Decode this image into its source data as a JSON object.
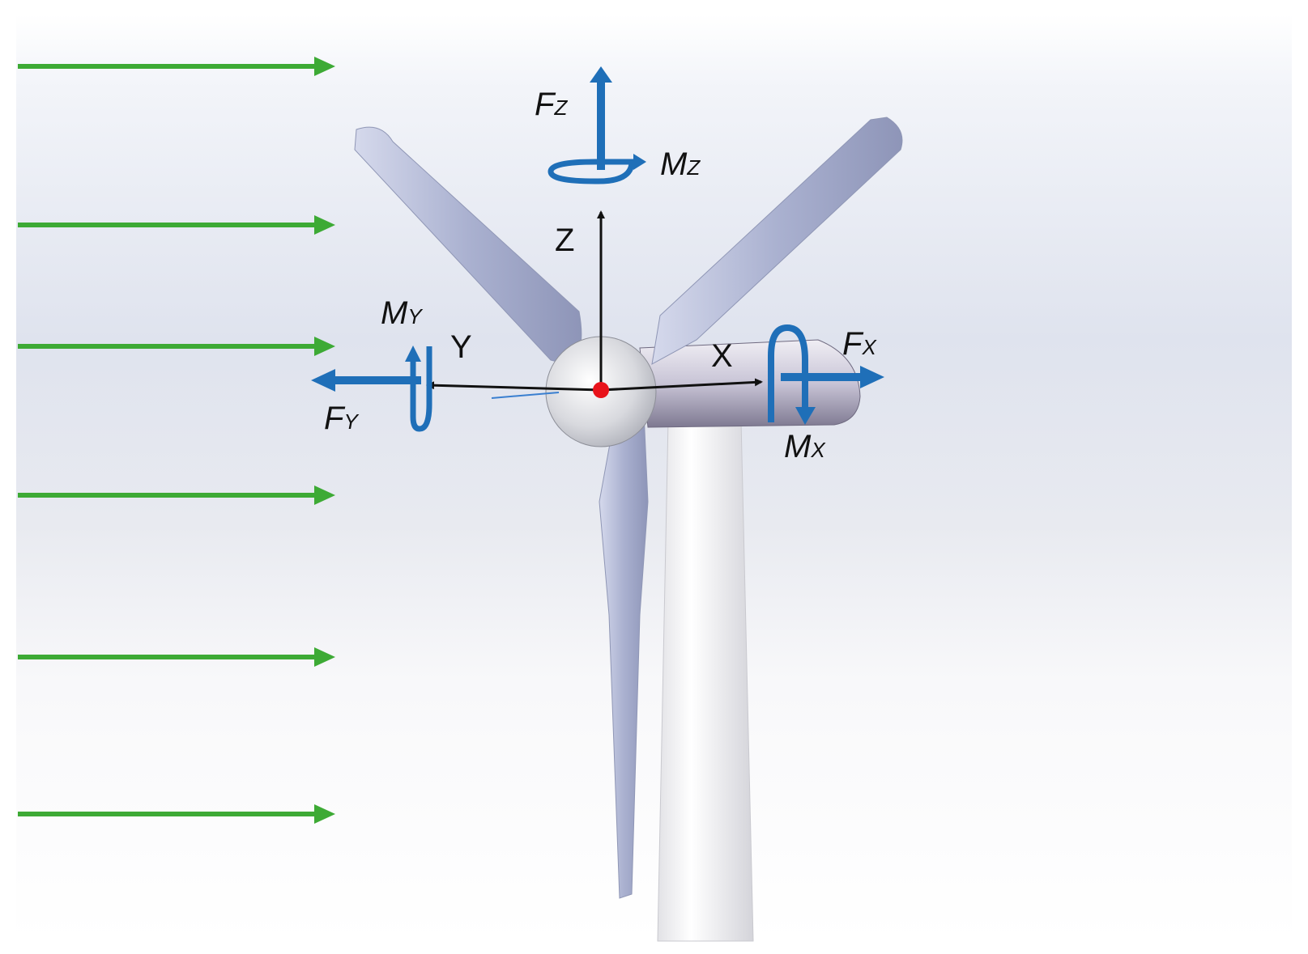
{
  "diagram": {
    "axes": {
      "x": "X",
      "y": "Y",
      "z": "Z"
    },
    "loads": {
      "fx": {
        "main": "F",
        "sub": "X"
      },
      "fy": {
        "main": "F",
        "sub": "Y"
      },
      "fz": {
        "main": "F",
        "sub": "Z"
      },
      "mx": {
        "main": "M",
        "sub": "X"
      },
      "my": {
        "main": "M",
        "sub": "Y"
      },
      "mz": {
        "main": "M",
        "sub": "Z"
      }
    },
    "colors": {
      "wind_arrow": "#3daa35",
      "load_arrow": "#1f6fb8",
      "axis": "#111111",
      "origin": "#e8131b",
      "blade": "#b9c0dc",
      "tower": "#f2f2f4"
    },
    "wind_arrow_count": 6
  }
}
